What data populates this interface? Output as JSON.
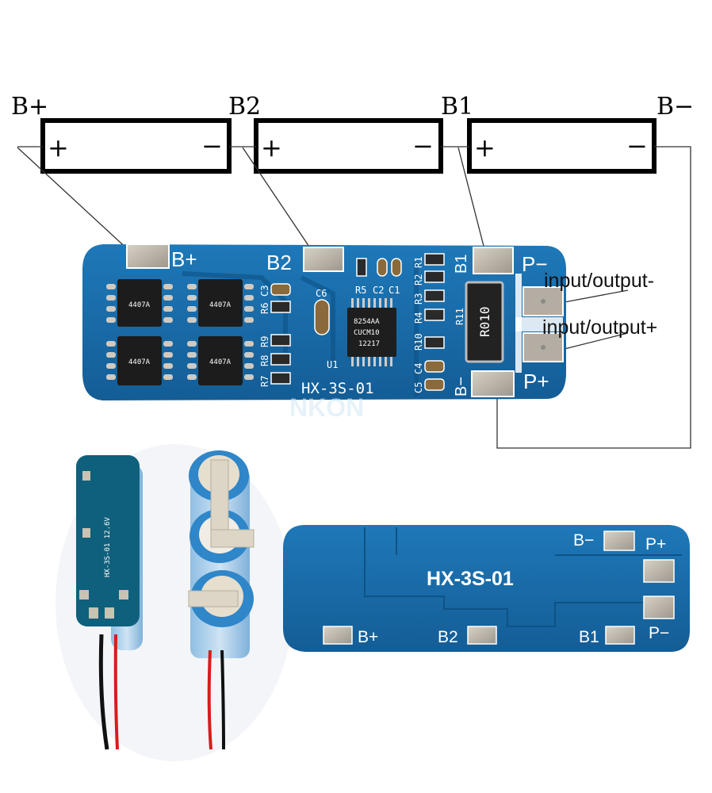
{
  "diagram": {
    "terminals": [
      "B+",
      "B2",
      "B1",
      "B−"
    ],
    "cell_plus": "+",
    "cell_minus": "−",
    "annotations": {
      "io_minus": "input/output-",
      "io_plus": "input/output+"
    }
  },
  "board_top": {
    "pads": {
      "b_plus": "B+",
      "b2": "B2",
      "b1": "B1",
      "b_minus": "B−",
      "p_minus": "P−",
      "p_plus": "P+"
    },
    "model": "HX-3S-01",
    "components": [
      "C3",
      "R6",
      "R9",
      "R8",
      "R7",
      "C6",
      "R5",
      "C2",
      "C1",
      "R1",
      "R2",
      "R3",
      "R4",
      "R10",
      "C4",
      "C5",
      "U1",
      "R11"
    ],
    "shunt_marking": "R010",
    "chip_marking": [
      "8254AA",
      "CUCM10",
      "12217"
    ],
    "mosfet_marking": "4407A",
    "watermark": "NKON"
  },
  "board_side": {
    "label": "HX-3S-01   12.6V"
  },
  "board_bottom": {
    "model": "HX-3S-01",
    "pads": {
      "b_minus": "B−",
      "p_plus": "P+",
      "b_plus": "B+",
      "b2": "B2",
      "b1": "B1",
      "p_minus": "P−"
    }
  },
  "colors": {
    "pcb": "#1768a6",
    "pcb_dark": "#0f5488",
    "pad": "#b9b2a6",
    "battery": "#2f86c8"
  }
}
